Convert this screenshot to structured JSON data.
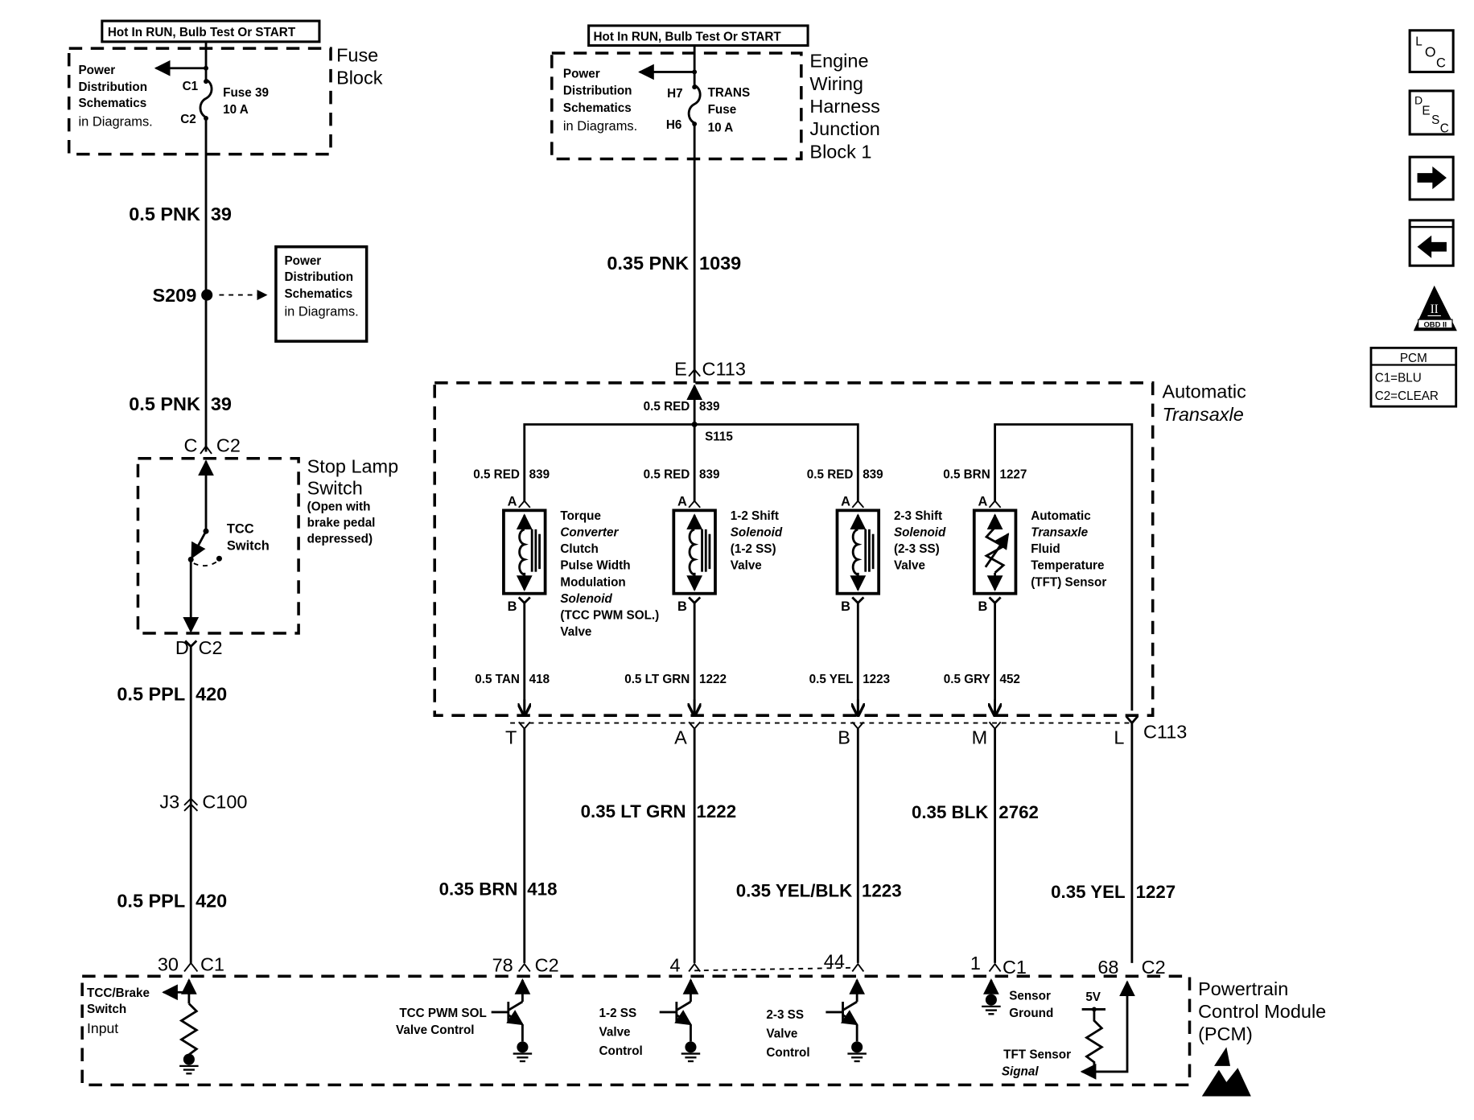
{
  "nav": {
    "loc_icon": [
      "L",
      "O",
      "C"
    ],
    "desc_icon": [
      "D",
      "E",
      "S",
      "C"
    ],
    "obd_label": "OBD II",
    "obd_numeral": "II",
    "pcm_legend": {
      "title": "PCM",
      "c1": "C1=BLU",
      "c2": "C2=CLEAR"
    }
  },
  "fuse_block": {
    "hot_label": "Hot In RUN, Bulb Test Or START",
    "title": [
      "Fuse",
      "Block"
    ],
    "power_dist": [
      "Power",
      "Distribution",
      "Schematics",
      "in Diagrams."
    ],
    "pin_in": "C1",
    "pin_out": "C2",
    "fuse": [
      "Fuse 39",
      "10 A"
    ]
  },
  "junction_block": {
    "hot_label": "Hot In RUN, Bulb Test Or START",
    "title": [
      "Engine",
      "Wiring",
      "Harness",
      "Junction",
      "Block 1"
    ],
    "power_dist": [
      "Power",
      "Distribution",
      "Schematics",
      "in Diagrams."
    ],
    "pin_in": "H7",
    "pin_out": "H6",
    "fuse": [
      "TRANS",
      "Fuse",
      "10 A"
    ]
  },
  "left_circuit": {
    "wire1": {
      "gauge_color": "0.5 PNK",
      "circuit": "39"
    },
    "splice": "S209",
    "splice_ref": [
      "Power",
      "Distribution",
      "Schematics",
      "in Diagrams."
    ],
    "wire2": {
      "gauge_color": "0.5 PNK",
      "circuit": "39"
    },
    "conn_top": {
      "pin": "C",
      "conn": "C2"
    },
    "stop_lamp": {
      "title": [
        "Stop Lamp",
        "Switch"
      ],
      "note": [
        "(Open with",
        "brake pedal",
        "depressed)"
      ],
      "switch_label": [
        "TCC",
        "Switch"
      ]
    },
    "conn_bottom": {
      "pin": "D",
      "conn": "C2"
    },
    "wire3": {
      "gauge_color": "0.5 PPL",
      "circuit": "420"
    },
    "inline_conn": {
      "pin": "J3",
      "conn": "C100"
    },
    "wire4": {
      "gauge_color": "0.5 PPL",
      "circuit": "420"
    },
    "pcm_conn": {
      "pin": "30",
      "conn": "C1"
    }
  },
  "feed": {
    "wire": {
      "gauge_color": "0.35 PNK",
      "circuit": "1039"
    },
    "conn": {
      "pin": "E",
      "conn": "C113"
    }
  },
  "transaxle": {
    "title": [
      "Automatic",
      "Transaxle"
    ],
    "bus_wire": {
      "gauge_color": "0.5 RED",
      "circuit": "839"
    },
    "splice": "S115",
    "components": [
      {
        "in_wire": {
          "gauge_color": "0.5 RED",
          "circuit": "839"
        },
        "pin_a": "A",
        "pin_b": "B",
        "label": [
          "Torque",
          "Converter",
          "Clutch",
          "Pulse Width",
          "Modulation",
          "Solenoid",
          "(TCC PWM SOL.)",
          "Valve"
        ],
        "out_wire": {
          "gauge_color": "0.5 TAN",
          "circuit": "418"
        },
        "c113_pin": "T"
      },
      {
        "in_wire": {
          "gauge_color": "0.5 RED",
          "circuit": "839"
        },
        "pin_a": "A",
        "pin_b": "B",
        "label": [
          "1-2 Shift",
          "Solenoid",
          "(1-2 SS)",
          "Valve"
        ],
        "out_wire": {
          "gauge_color": "0.5 LT GRN",
          "circuit": "1222"
        },
        "c113_pin": "A"
      },
      {
        "in_wire": {
          "gauge_color": "0.5 RED",
          "circuit": "839"
        },
        "pin_a": "A",
        "pin_b": "B",
        "label": [
          "2-3 Shift",
          "Solenoid",
          "(2-3 SS)",
          "Valve"
        ],
        "out_wire": {
          "gauge_color": "0.5 YEL",
          "circuit": "1223"
        },
        "c113_pin": "B"
      },
      {
        "in_wire": {
          "gauge_color": "0.5 BRN",
          "circuit": "1227"
        },
        "pin_a": "A",
        "pin_b": "B",
        "label": [
          "Automatic",
          "Transaxle",
          "Fluid",
          "Temperature",
          "(TFT) Sensor"
        ],
        "out_wire": {
          "gauge_color": "0.5 GRY",
          "circuit": "452"
        },
        "c113_pin": "M"
      }
    ],
    "tft_return_pin": "L",
    "c113_label": "C113"
  },
  "harness": {
    "wires": [
      {
        "gauge_color": "0.35 BRN",
        "circuit": "418"
      },
      {
        "gauge_color": "0.35 LT GRN",
        "circuit": "1222"
      },
      {
        "gauge_color": "0.35 YEL/BLK",
        "circuit": "1223"
      },
      {
        "gauge_color": "0.35 BLK",
        "circuit": "2762"
      },
      {
        "gauge_color": "0.35 YEL",
        "circuit": "1227"
      }
    ]
  },
  "pcm": {
    "title": [
      "Powertrain",
      "Control Module",
      "(PCM)"
    ],
    "pins": [
      {
        "pin": "78",
        "conn": "C2"
      },
      {
        "pin": "4",
        "conn": ""
      },
      {
        "pin": "44",
        "conn": ""
      },
      {
        "pin": "1",
        "conn": "C1"
      },
      {
        "pin": "68",
        "conn": "C2"
      }
    ],
    "tcc_brake_input": [
      "TCC/Brake",
      "Switch",
      "Input"
    ],
    "tcc_pwm_control": [
      "TCC PWM SOL",
      "Valve  Control"
    ],
    "ss12_control": [
      "1-2 SS",
      "Valve",
      "Control"
    ],
    "ss23_control": [
      "2-3 SS",
      "Valve",
      "Control"
    ],
    "sensor_ground": [
      "Sensor",
      "Ground"
    ],
    "ref_voltage": "5V",
    "tft_signal": [
      "TFT Sensor",
      "Signal"
    ]
  }
}
